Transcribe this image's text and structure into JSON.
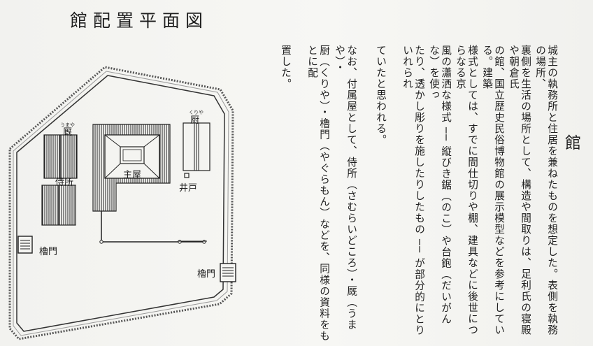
{
  "plan_title": "館配置平面図",
  "section_title": "館",
  "labels": {
    "umaya": "厩",
    "umaya_ruby": "うまや",
    "kuriya": "厨",
    "kuriya_ruby": "くりや",
    "shuoku": "主屋",
    "ido": "井戸",
    "samuraidokoro": "侍所",
    "yaguramon_left": "櫓門",
    "yaguramon_right": "櫓門"
  },
  "text_columns": [
    "城主の執務所と住居を兼ねたものを想定した。表側を執務の場所、",
    "裏側を生活の場所として、構造や間取りは、足利氏の寝殿や朝倉氏",
    "の館、国立歴史民俗博物館の展示模型などを参考にしている。建築",
    "様式としては、すでに間仕切りや棚、建具などに後世につらなる京",
    "風の瀟洒な様式 ── 縦びき鋸（のこ）や台鉋（だいがんな）を使っ",
    "たり、透かし彫りを施したりしたもの ── が部分的にとりいれられ",
    "ていたと思われる。",
    "なお、付属屋として、侍所（さむらいどころ）・厩（うまや）・",
    "厨（くりや）・櫓門（やぐらもん）などを、同様の資料をもとに配",
    "置した。"
  ]
}
